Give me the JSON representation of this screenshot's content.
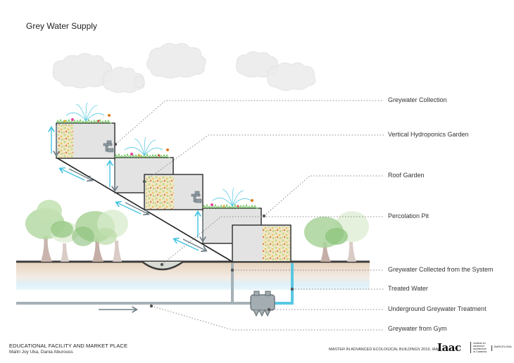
{
  "title": "Grey Water Supply",
  "labels": [
    {
      "id": "greywater-collection",
      "text": "Greywater Collection"
    },
    {
      "id": "vertical-hydroponics-garden",
      "text": "Vertical Hydroponics Garden"
    },
    {
      "id": "roof-garden",
      "text": "Roof Garden"
    },
    {
      "id": "percolation-pit",
      "text": "Percolation Pit"
    },
    {
      "id": "greywater-collected-from-system",
      "text": "Greywater Collected from the System"
    },
    {
      "id": "treated-water",
      "text": "Treated Water"
    },
    {
      "id": "underground-greywater-treatment",
      "text": "Underground Greywater Treatment"
    },
    {
      "id": "greywater-from-gym",
      "text": "Greywater from Gym"
    }
  ],
  "footer": {
    "project": "EDUCATIONAL FACILITY AND MARKET PLACE",
    "authors": "Maitri Joy Uka, Dania Aburouss",
    "program": "MASTER IN ADVANCED ECOLOGICAL BUILDINGS 2019, IAAC",
    "logo": "Iaac",
    "logo_sub": [
      "Institute for",
      "advanced",
      "architecture",
      "of Catalonia"
    ],
    "city": "BARCELONA"
  },
  "colors": {
    "water_blue": "#45c3e0",
    "pipe_grey": "#9aa6ab",
    "building_fill": "#e3e3e3",
    "outline": "#2b2b2b",
    "cloud": "#ececec",
    "tree_green": "#a9d39a",
    "soil": "#e9d6c3"
  }
}
